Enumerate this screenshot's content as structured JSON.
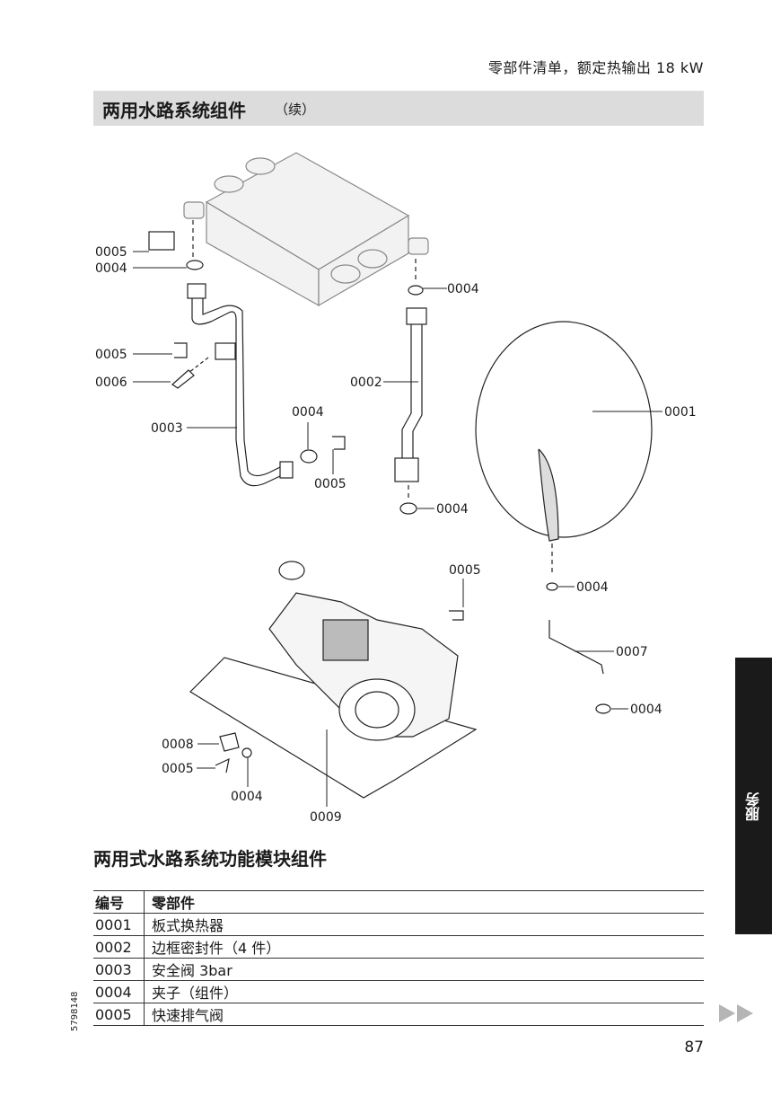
{
  "header": {
    "right_title": "零部件清单，额定热输出 18 kW",
    "section_title": "两用水路系统组件",
    "section_suffix": "（续）"
  },
  "callouts": {
    "c1": "0005",
    "c2": "0004",
    "c3": "0004",
    "c4": "0005",
    "c5": "0006",
    "c6": "0002",
    "c7": "0001",
    "c8": "0004",
    "c9": "0003",
    "c10": "0005",
    "c11": "0004",
    "c12": "0005",
    "c13": "0004",
    "c14": "0007",
    "c15": "0004",
    "c16": "0008",
    "c17": "0005",
    "c18": "0004",
    "c19": "0009"
  },
  "subtitle": "两用式水路系统功能模块组件",
  "table": {
    "headers": [
      "编号",
      "零部件"
    ],
    "rows": [
      {
        "code": "0001",
        "part": "板式换热器"
      },
      {
        "code": "0002",
        "part": "边框密封件（4 件）"
      },
      {
        "code": "0003",
        "part": "安全阀 3bar"
      },
      {
        "code": "0004",
        "part": "夹子（组件）"
      },
      {
        "code": "0005",
        "part": "快速排气阀"
      }
    ]
  },
  "side_tab": "服务",
  "doc_number": "5798148",
  "page_number": "87",
  "icons": {
    "next": "double-triangle-right-icon"
  }
}
